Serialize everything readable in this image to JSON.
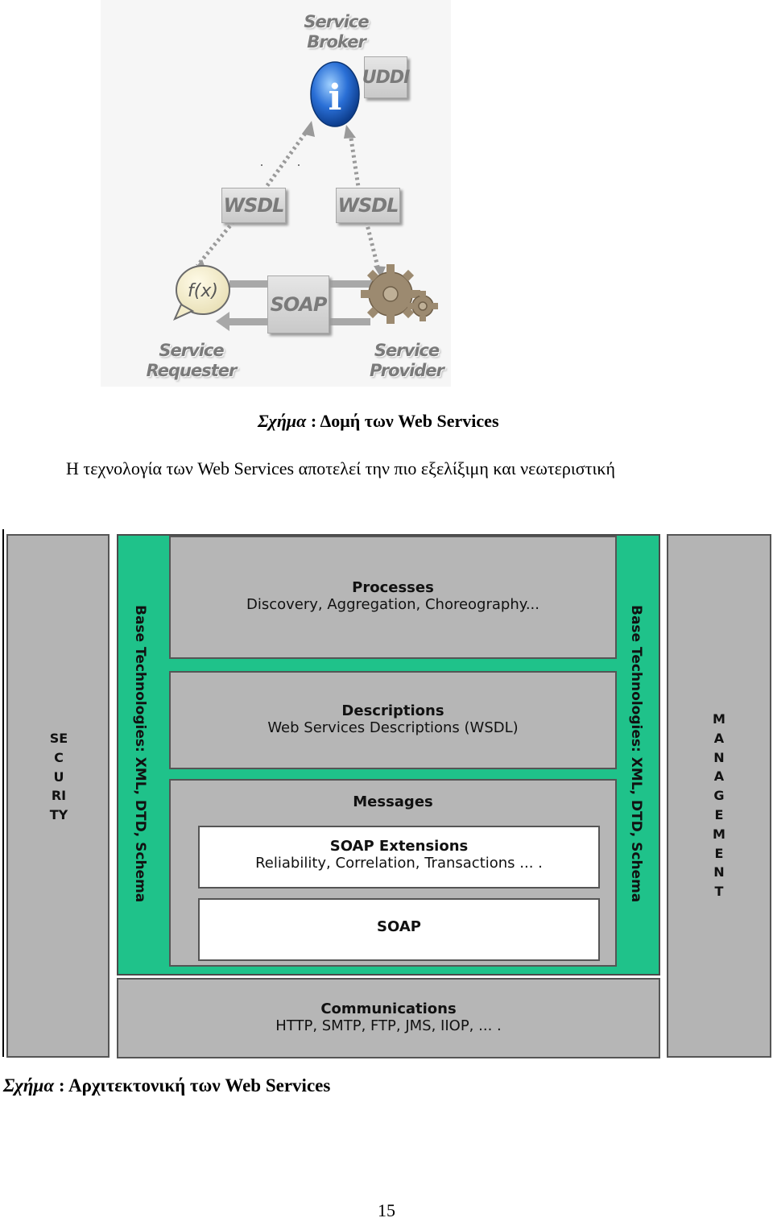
{
  "figure1": {
    "broker_label": [
      "Service",
      "Broker"
    ],
    "uddi_label": "UDDI",
    "wsdl_left": "WSDL",
    "wsdl_right": "WSDL",
    "soap_label": "SOAP",
    "fx_label": "f(x)",
    "info_label": "i",
    "requester_label": [
      "Service",
      "Requester"
    ],
    "provider_label": [
      "Service",
      "Provider"
    ]
  },
  "caption1": {
    "prefix": "Σχήμα",
    "text": " : Δομή των Web Services"
  },
  "paragraph": "Η τεχνολογία των Web Services αποτελεί την πιο εξελίξιμη και νεωτεριστική",
  "figure2": {
    "security": "SECURITY",
    "management": "MANAGEMENT",
    "base_left": "Base Technologies: XML, DTD, Schema",
    "base_right": "Base Technologies: XML, DTD, Schema",
    "processes": {
      "title": "Processes",
      "sub": "Discovery, Aggregation, Choreography..."
    },
    "descriptions": {
      "title": "Descriptions",
      "sub": "Web Services Descriptions (WSDL)"
    },
    "messages": {
      "title": "Messages"
    },
    "soap_extensions": {
      "title": "SOAP Extensions",
      "sub": "Reliability, Correlation, Transactions ... ."
    },
    "soap": {
      "title": "SOAP"
    },
    "communications": {
      "title": "Communications",
      "sub": "HTTP, SMTP, FTP, JMS, IIOP, ... ."
    }
  },
  "caption2": {
    "prefix": "Σχήμα",
    "text": " : Αρχιτεκτονική των Web Services"
  },
  "page_number": "15",
  "colors": {
    "green": "#1fc28a",
    "gray": "#b4b4b4",
    "info_blue": "#2a6fd6",
    "gear": "#9c8a70"
  }
}
